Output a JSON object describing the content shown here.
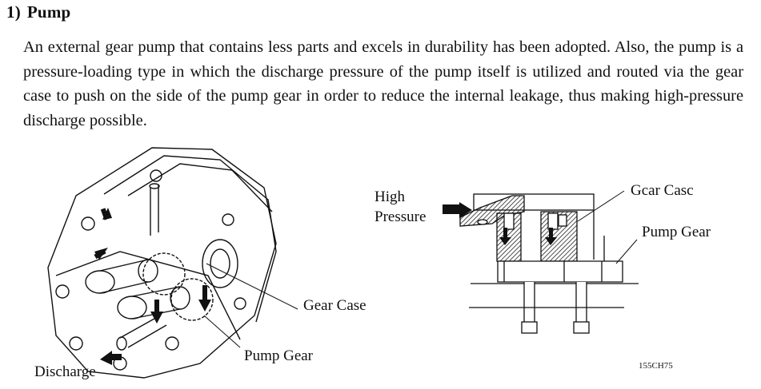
{
  "section": {
    "number": "1)",
    "title": "Pump",
    "body": "An external gear pump that contains less parts and excels in durability has been adopted. Also, the pump is a pressure-loading type in which the discharge pressure of the pump itself is utilized and routed via the gear case to push on the side of the pump gear in order to reduce the internal leakage, thus making high-pressure discharge possible."
  },
  "figure": {
    "left_labels": {
      "gear_case": "Gear Case",
      "pump_gear": "Pump Gear",
      "discharge": "Discharge"
    },
    "right_labels": {
      "high": "High",
      "pressure": "Pressure",
      "gear_case": "Gcar Casc",
      "pump_gear": "Pump Gear"
    },
    "code": "155CH75"
  }
}
